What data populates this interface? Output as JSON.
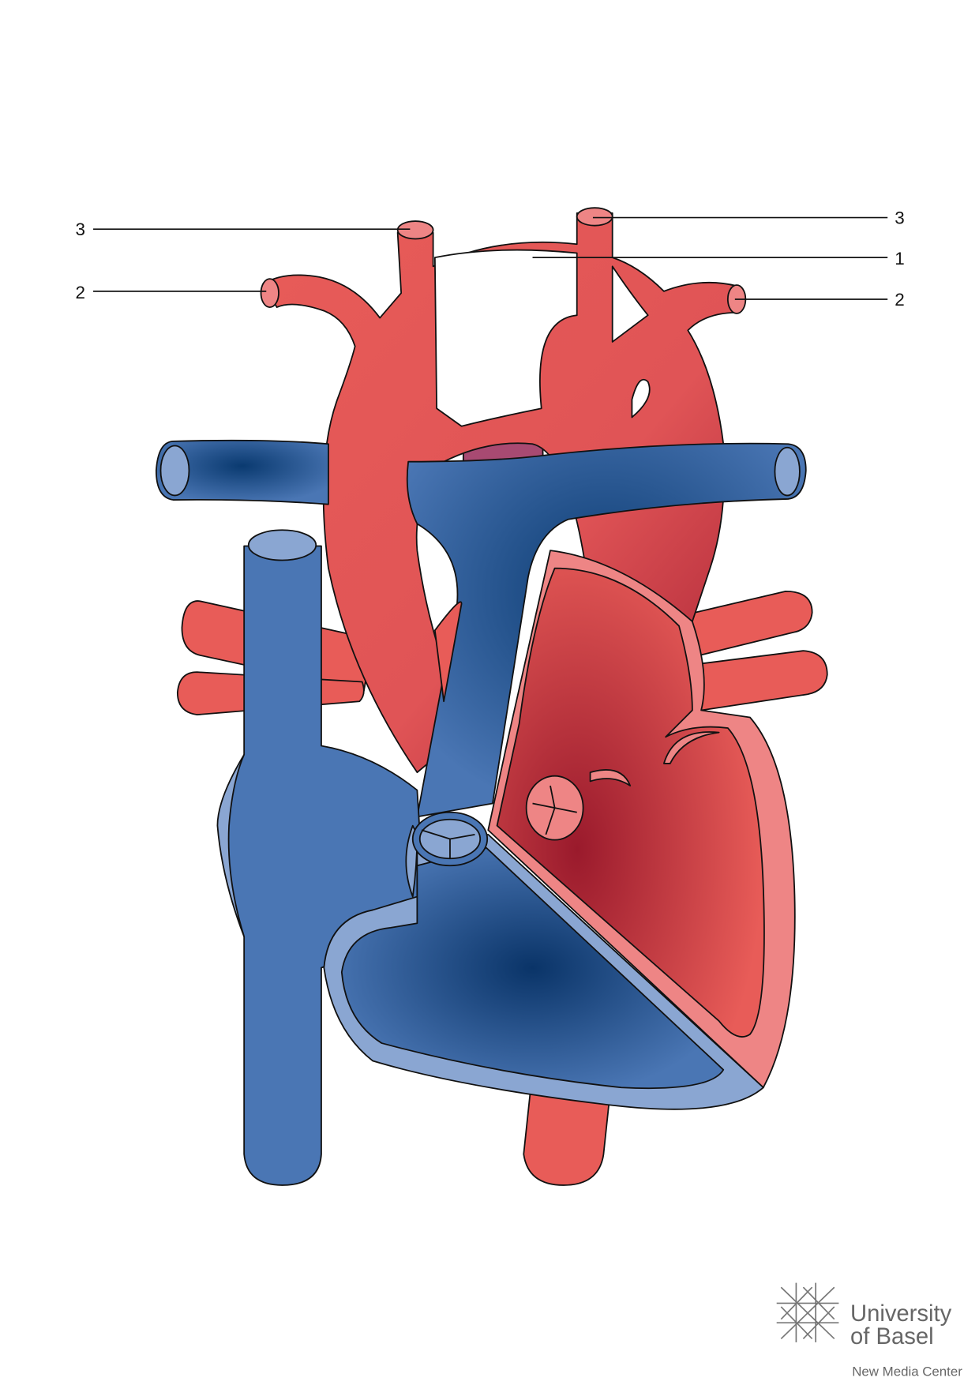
{
  "diagram": {
    "subject": "heart",
    "labels": {
      "top_left_3": "3",
      "left_2": "2",
      "top_right_3": "3",
      "right_1": "1",
      "right_2": "2"
    },
    "colors": {
      "artery_red": "#e85c58",
      "dark_red": "#9a1a2c",
      "vein_blue": "#4a76b4",
      "dark_blue": "#0a3a70",
      "light_blue": "#8aa6d2",
      "wall_pink": "#ee8585",
      "trachea_purple": "#a84a72"
    }
  },
  "logo": {
    "line1": "University",
    "line2": "of Basel",
    "subtitle": "New Media Center"
  }
}
